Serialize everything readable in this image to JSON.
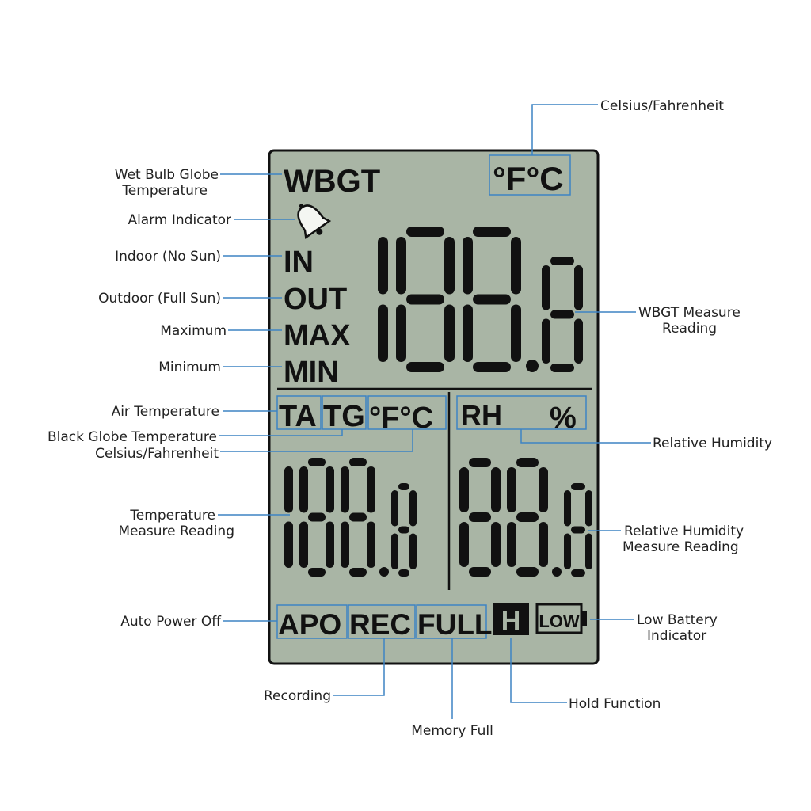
{
  "lcd": {
    "top_label": "WBGT",
    "top_unit": "°F°C",
    "mode_labels": [
      "IN",
      "OUT",
      "MAX",
      "MIN"
    ],
    "main_reading": "188.8",
    "air_temp": "TA",
    "globe_temp": "TG",
    "sub_unit": "°F°C",
    "rh_label": "RH",
    "rh_unit": "%",
    "temp_reading": "188.8",
    "rh_reading": "88.8",
    "apo": "APO",
    "rec": "REC",
    "full": "FULL",
    "hold": "H",
    "battery": "LOW"
  },
  "callouts": {
    "celsius_fahrenheit_top": "Celsius/Fahrenheit",
    "wbgt_line1": "Wet Bulb Globe",
    "wbgt_line2": "Temperature",
    "alarm": "Alarm Indicator",
    "indoor": "Indoor (No Sun)",
    "outdoor": "Outdoor (Full Sun)",
    "maximum": "Maximum",
    "minimum": "Minimum",
    "wbgt_reading_line1": "WBGT Measure",
    "wbgt_reading_line2": "Reading",
    "air_temperature": "Air Temperature",
    "black_globe": "Black Globe Temperature",
    "celsius_fahrenheit_bottom": "Celsius/Fahrenheit",
    "relative_humidity": "Relative Humidity",
    "temp_reading_line1": "Temperature",
    "temp_reading_line2": "Measure Reading",
    "rh_reading_line1": "Relative Humidity",
    "rh_reading_line2": "Measure Reading",
    "auto_power_off": "Auto Power Off",
    "low_battery_line1": "Low Battery",
    "low_battery_line2": "Indicator",
    "recording": "Recording",
    "hold": "Hold Function",
    "memory_full": "Memory Full"
  },
  "colors": {
    "lcd_background": "#a9b5a5",
    "leader_lines": "#3d83c4",
    "segments": "#111111"
  }
}
